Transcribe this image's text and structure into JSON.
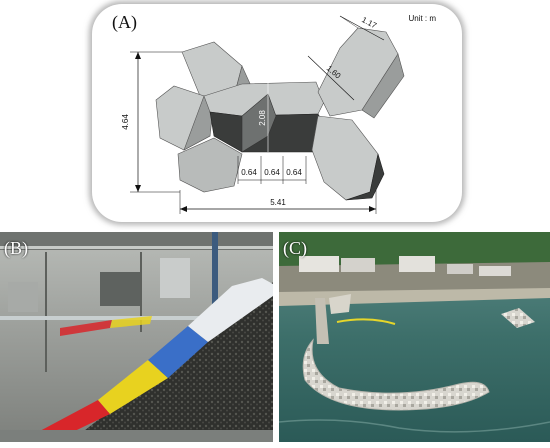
{
  "panel_a": {
    "label": "(A)",
    "unit": "Unit : m",
    "dimensions": {
      "height": "4.64",
      "width": "5.41",
      "arm_top": "1.17",
      "arm_length": "1.60",
      "center": "2.08",
      "seg_1": "0.64",
      "seg_2": "0.64",
      "seg_3": "0.64"
    }
  },
  "panel_b": {
    "label": "(B)"
  },
  "panel_c": {
    "label": "(C)"
  },
  "colors": {
    "block_light": "#c8cbca",
    "block_mid": "#9a9d9c",
    "block_dark": "#3a3c3b",
    "layer_red": "#d8262a",
    "layer_yellow": "#e8d21f",
    "layer_blue": "#3a6fc8",
    "layer_white": "#e9ecef",
    "sea": "#3d6f6a"
  }
}
